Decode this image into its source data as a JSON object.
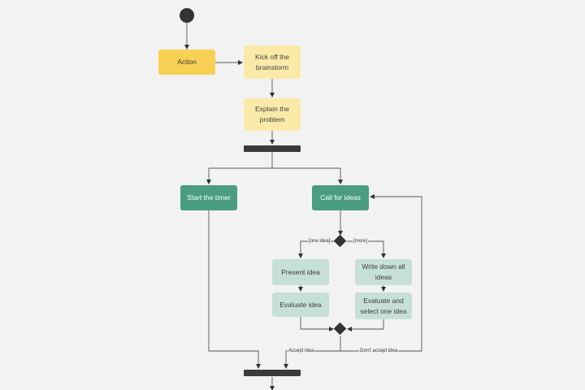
{
  "nodes": {
    "action": "Action",
    "kickoff": "Kick off the brainstorm",
    "explain": "Explain the problem",
    "timer": "Start the timer",
    "call_ideas": "Call for ideas",
    "present": "Present idea",
    "write_down": "Write down all ideas",
    "evaluate": "Evaluate idea",
    "eval_select": "Evaluate and select one idea"
  },
  "guards": {
    "one_idea": "[one idea]",
    "more": "[more]"
  },
  "edge_labels": {
    "accept": "Accept idea",
    "dont_accept": "Don't accept idea"
  },
  "colors": {
    "action": "#f8d053",
    "light_yellow": "#faeaa8",
    "green": "#4a9d80",
    "mint": "#c6e0d6",
    "dark": "#333333",
    "line": "#555555",
    "background": "#f2f2f2"
  }
}
